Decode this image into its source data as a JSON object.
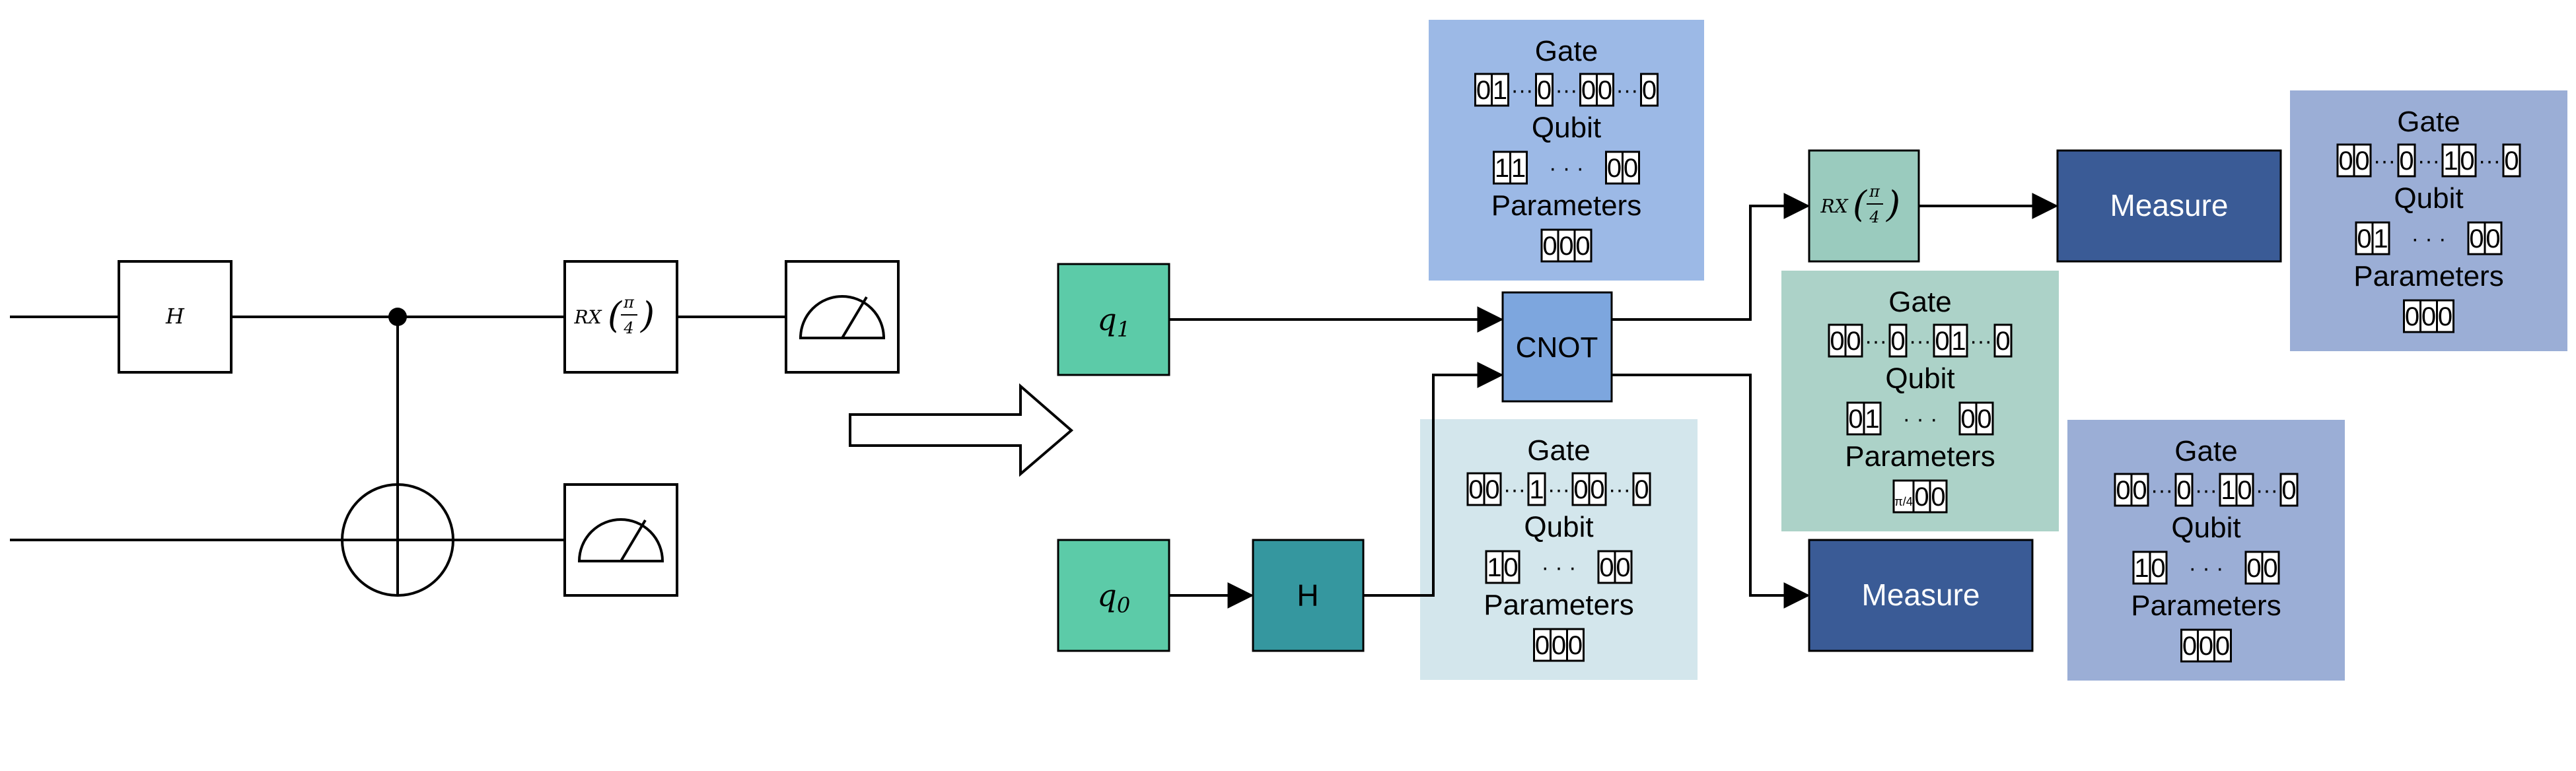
{
  "circuit": {
    "h_gate": "H",
    "rx_gate": {
      "prefix": "RX",
      "num": "π",
      "den": "4"
    }
  },
  "graph": {
    "q1": {
      "main": "q",
      "sub": "1"
    },
    "q0": {
      "main": "q",
      "sub": "0"
    },
    "h_node": "H",
    "cnot_node": "CNOT",
    "measure_top": "Measure",
    "measure_bottom": "Measure",
    "rx_node": {
      "prefix": "RX",
      "num": "π",
      "den": "4"
    }
  },
  "features": {
    "gate_label": "Gate",
    "qubit_label": "Qubit",
    "params_label": "Parameters"
  },
  "panels": {
    "cnot": {
      "gate": [
        "0",
        "1",
        "…",
        "0",
        "…",
        "0",
        "0",
        "…",
        "0"
      ],
      "qubit": [
        "1",
        "1",
        "· · ·",
        "0",
        "0"
      ],
      "params": [
        "0",
        "0",
        "0"
      ]
    },
    "h": {
      "gate": [
        "0",
        "0",
        "…",
        "1",
        "…",
        "0",
        "0",
        "…",
        "0"
      ],
      "qubit": [
        "1",
        "0",
        "· · ·",
        "0",
        "0"
      ],
      "params": [
        "0",
        "0",
        "0"
      ]
    },
    "rx": {
      "gate": [
        "0",
        "0",
        "…",
        "0",
        "…",
        "0",
        "1",
        "…",
        "0"
      ],
      "qubit": [
        "0",
        "1",
        "· · ·",
        "0",
        "0"
      ],
      "params": [
        "π/4",
        "0",
        "0"
      ]
    },
    "measure_top": {
      "gate": [
        "0",
        "0",
        "…",
        "0",
        "…",
        "1",
        "0",
        "…",
        "0"
      ],
      "qubit": [
        "0",
        "1",
        "· · ·",
        "0",
        "0"
      ],
      "params": [
        "0",
        "0",
        "0"
      ]
    },
    "measure_bottom": {
      "gate": [
        "0",
        "0",
        "…",
        "0",
        "…",
        "1",
        "0",
        "…",
        "0"
      ],
      "qubit": [
        "1",
        "0",
        "· · ·",
        "0",
        "0"
      ],
      "params": [
        "0",
        "0",
        "0"
      ]
    }
  },
  "colors": {
    "qubit_node": "#5CCBA8",
    "h_node": "#35979F",
    "cnot_node": "#7DA6DE",
    "rx_node": "#9ACBBE",
    "measure_node": "#3A5B96",
    "panel_cnot": "#9CB9E6",
    "panel_h": "#D3E6EC",
    "panel_rx": "#ACD2C8",
    "panel_measure": "#9BAED6"
  }
}
